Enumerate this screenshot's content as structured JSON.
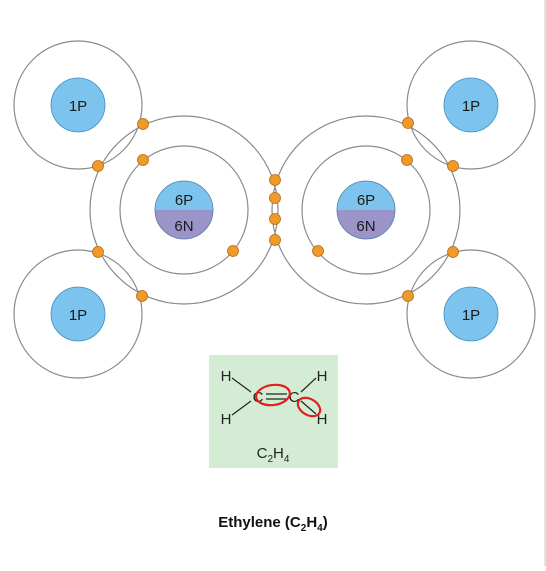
{
  "diagram": {
    "hydrogen_label": "1P",
    "carbon_protons_label": "6P",
    "carbon_neutrons_label": "6N",
    "caption": "Ethylene (C",
    "caption_sub": "2",
    "caption_H": "H",
    "caption_sub2": "4",
    "caption_close": ")"
  },
  "structure": {
    "atom_H": "H",
    "atom_C": "C",
    "formula_C": "C",
    "formula_sub2": "2",
    "formula_H": "H",
    "formula_sub4": "4"
  },
  "colors": {
    "electron": "#f09a2a",
    "proton": "#7cc4ee",
    "neutron": "#9c94c8",
    "formula_box": "#d4ecd4",
    "annotation": "#e02020"
  }
}
